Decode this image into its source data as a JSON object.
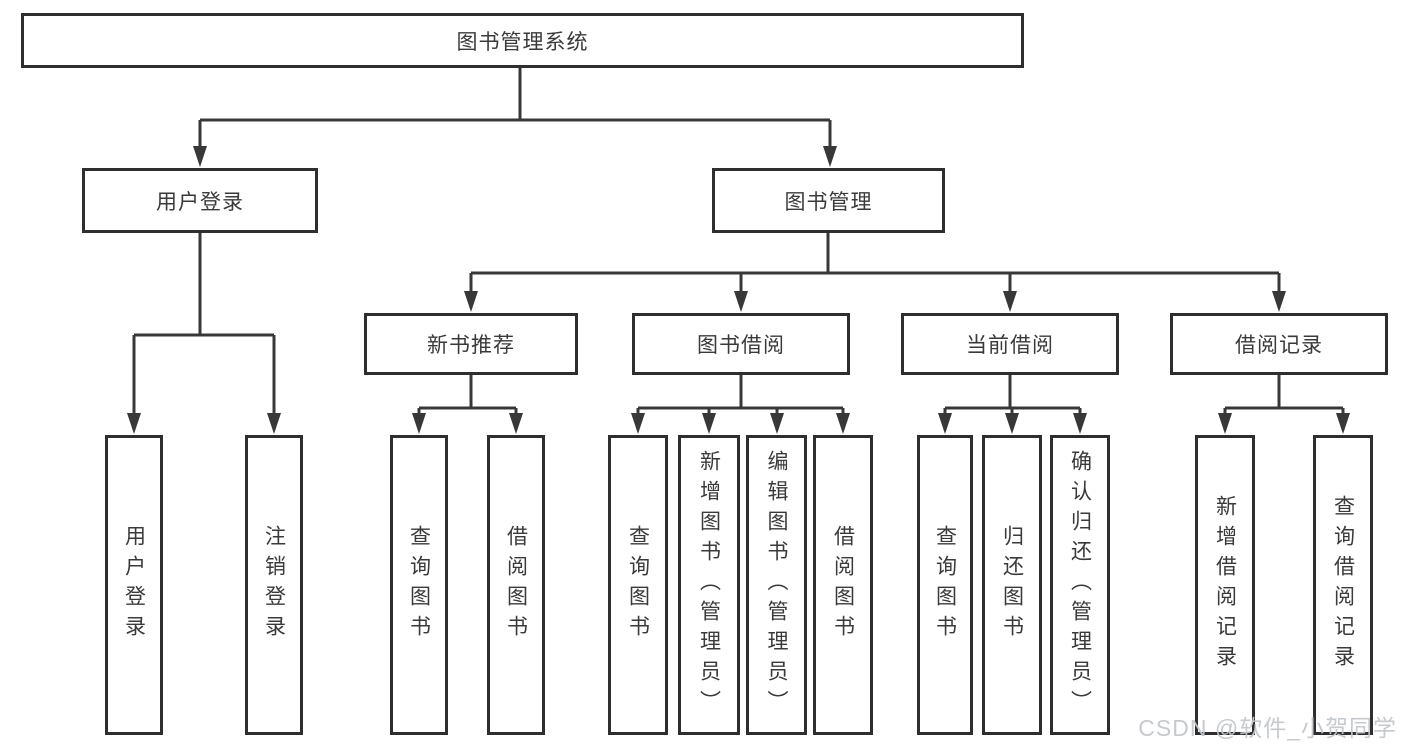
{
  "diagram": {
    "type": "hierarchy-tree",
    "root": {
      "label": "图书管理系统"
    },
    "branches": [
      {
        "label": "用户登录",
        "children": [
          {
            "label": "用户登录"
          },
          {
            "label": "注销登录"
          }
        ]
      },
      {
        "label": "图书管理",
        "sections": [
          {
            "label": "新书推荐",
            "children": [
              {
                "label": "查询图书"
              },
              {
                "label": "借阅图书"
              }
            ]
          },
          {
            "label": "图书借阅",
            "children": [
              {
                "label": "查询图书"
              },
              {
                "label": "新增图书（管理员）"
              },
              {
                "label": "编辑图书（管理员）"
              },
              {
                "label": "借阅图书"
              }
            ]
          },
          {
            "label": "当前借阅",
            "children": [
              {
                "label": "查询图书"
              },
              {
                "label": "归还图书"
              },
              {
                "label": "确认归还（管理员）"
              }
            ]
          },
          {
            "label": "借阅记录",
            "children": [
              {
                "label": "新增借阅记录"
              },
              {
                "label": "查询借阅记录"
              }
            ]
          }
        ]
      }
    ]
  },
  "watermark": {
    "text": "CSDN @软件_小贺同学"
  },
  "colors": {
    "line": "#383838",
    "box_border": "#2e2e2e",
    "box_fill": "#ffffff",
    "text": "#3a3a3a",
    "watermark": "#c3c6cb"
  }
}
